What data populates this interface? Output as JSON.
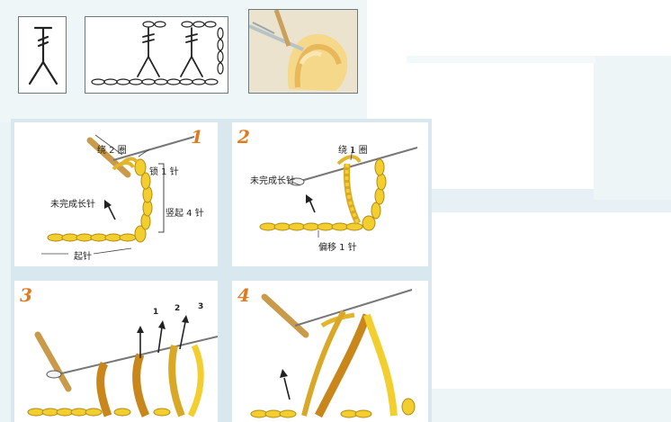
{
  "panels": [
    {
      "number": "1",
      "labels": {
        "wrap": "绕 2 圈",
        "chain": "锁 1 针",
        "unfinished": "未完成长针",
        "turning": "竖起 4 针",
        "start": "起针"
      }
    },
    {
      "number": "2",
      "labels": {
        "wrap": "绕 1 圈",
        "unfinished": "未完成长针",
        "offset": "偏移 1 针"
      }
    },
    {
      "number": "3",
      "labels": {
        "n1": "1",
        "n2": "2",
        "n3": "3"
      }
    },
    {
      "number": "4",
      "labels": {}
    }
  ],
  "colors": {
    "yarn": "#f2cf2e",
    "yarn_shadow": "#c99a1a",
    "hook": "#d9a35a",
    "accent_number": "#e07a1e",
    "background_tint": "#eef6f8"
  },
  "icons": [
    "stitch-symbol-icon",
    "chart-symbol-icon",
    "photo-swatch",
    "arrow-icon"
  ]
}
